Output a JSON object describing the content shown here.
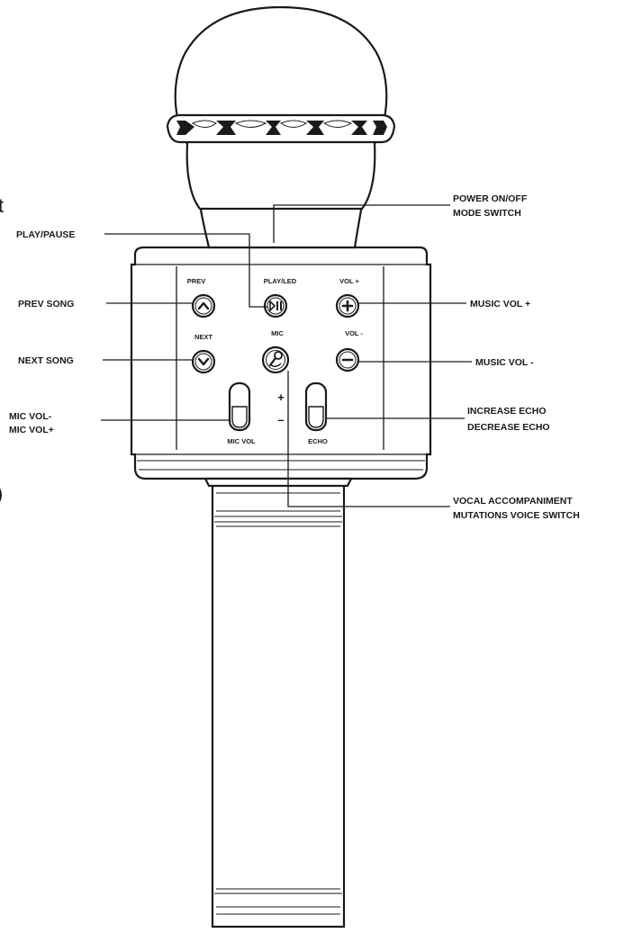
{
  "diagram": {
    "buttons": {
      "prev": "PREV",
      "play_led": "PLAY/LED",
      "vol_plus": "VOL +",
      "next": "NEXT",
      "mic": "MIC",
      "vol_minus": "VOL -",
      "plus_sign": "+",
      "minus_sign": "–",
      "mic_vol": "MIC VOL",
      "echo": "ECHO"
    },
    "callouts": {
      "power_on_off": "POWER ON/OFF",
      "mode_switch": "MODE SWITCH",
      "play_pause": "PLAY/PAUSE",
      "prev_song": "PREV SONG",
      "music_vol_up": "MUSIC VOL +",
      "next_song": "NEXT SONG",
      "music_vol_down": "MUSIC VOL -",
      "mic_vol_down": "MIC VOL-",
      "mic_vol_up": "MIC VOL+",
      "increase_echo": "INCREASE ECHO",
      "decrease_echo": "DECREASE ECHO",
      "vocal_accompaniment": "VOCAL ACCOMPANIMENT",
      "mutations_voice_switch": "MUTATIONS VOICE SWITCH"
    },
    "edge_fragments": {
      "top_left": "t",
      "bottom_left": ")"
    }
  }
}
